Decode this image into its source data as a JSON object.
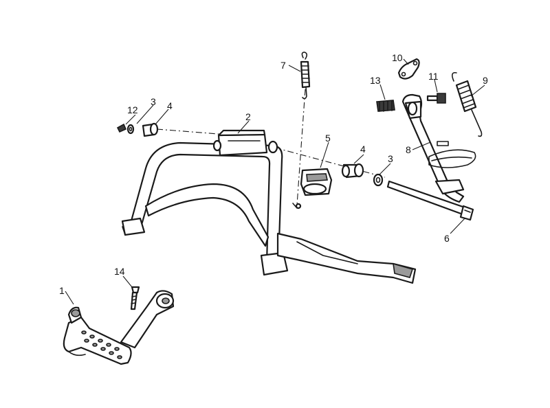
{
  "diagram": {
    "callouts": [
      {
        "id": "c1",
        "label": "1"
      },
      {
        "id": "c2",
        "label": "2"
      },
      {
        "id": "c3a",
        "label": "3"
      },
      {
        "id": "c3b",
        "label": "3"
      },
      {
        "id": "c4a",
        "label": "4"
      },
      {
        "id": "c4b",
        "label": "4"
      },
      {
        "id": "c5",
        "label": "5"
      },
      {
        "id": "c6",
        "label": "6"
      },
      {
        "id": "c7",
        "label": "7"
      },
      {
        "id": "c8",
        "label": "8"
      },
      {
        "id": "c9",
        "label": "9"
      },
      {
        "id": "c10",
        "label": "10"
      },
      {
        "id": "c11",
        "label": "11"
      },
      {
        "id": "c12",
        "label": "12"
      },
      {
        "id": "c13",
        "label": "13"
      },
      {
        "id": "c14",
        "label": "14"
      }
    ],
    "colors": {
      "line": "#1a1a1a",
      "background": "#ffffff",
      "shade": "#9a9a9a"
    }
  }
}
